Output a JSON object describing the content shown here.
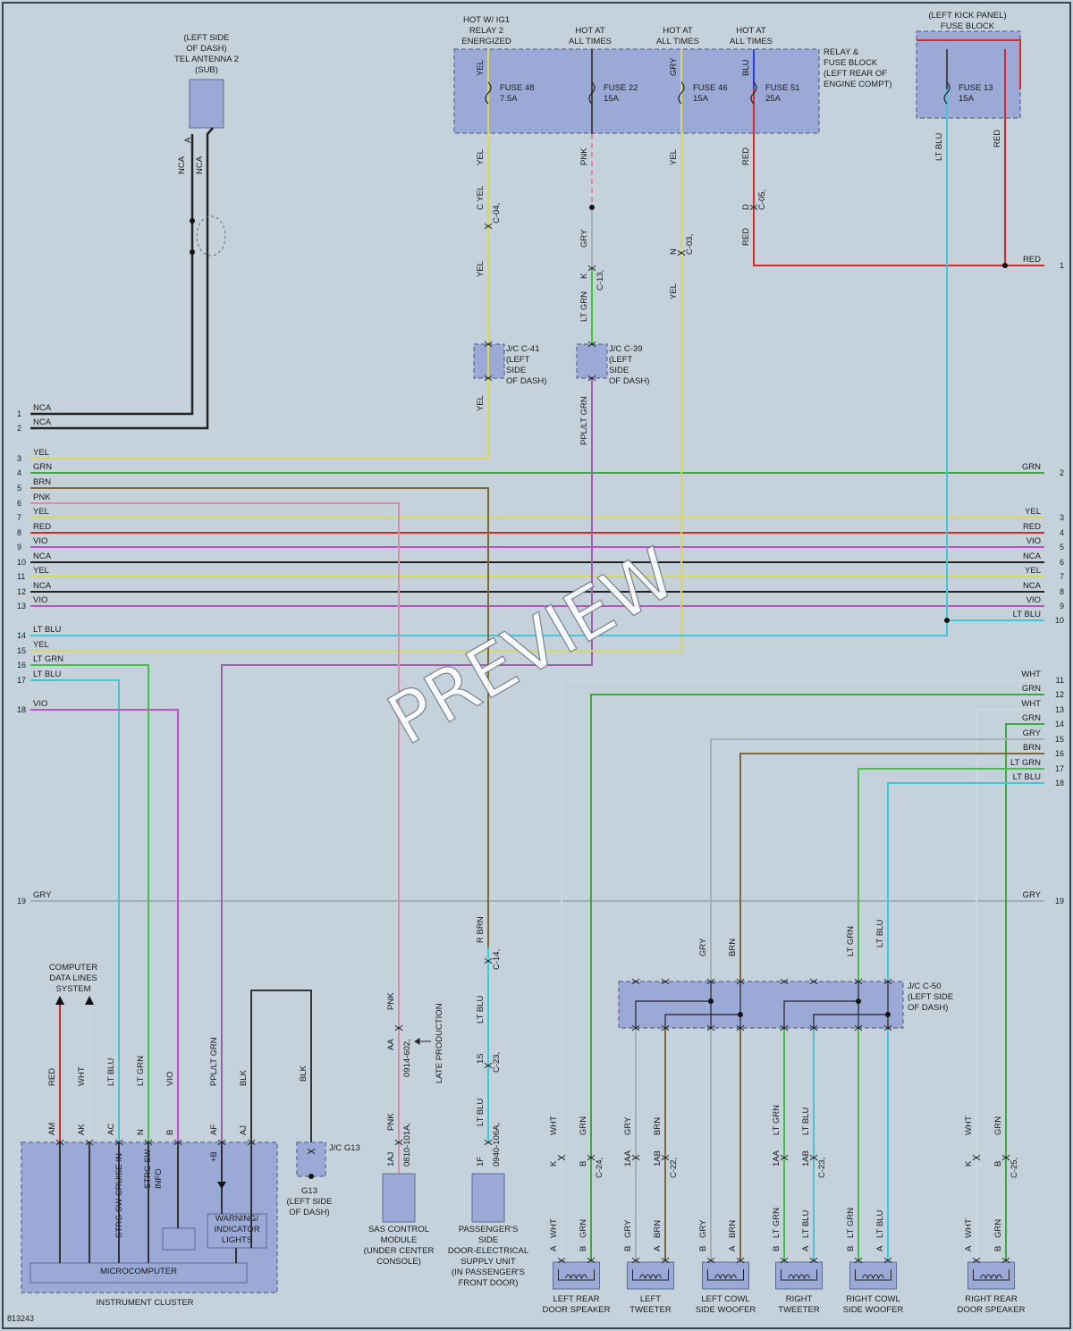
{
  "diagram_id": "813243",
  "watermark": "PREVIEW",
  "colors": {
    "YEL": "#d8d860",
    "GRN": "#3aaa3a",
    "BRN": "#7a6a3a",
    "PNK": "#d88ca8",
    "RED": "#d62a2a",
    "VIO": "#c050c8",
    "NCA": "#222222",
    "LT BLU": "#3ec8d8",
    "LT GRN": "#48c048",
    "GRY": "#a6aeb6",
    "WHT": "#cfd6dc",
    "BLU": "#2a3ad8",
    "PPL/LT GRN": "#a060b0",
    "BLK": "#333333"
  },
  "power": {
    "hot_ig1": "HOT W/ IG1\nRELAY 2\nENERGIZED",
    "hot_at_1": "HOT AT\nALL TIMES",
    "hot_at_2": "HOT AT\nALL TIMES",
    "hot_at_3": "HOT AT\nALL TIMES",
    "relay_block": "RELAY &\nFUSE BLOCK\n(LEFT REAR OF\nENGINE COMPT)",
    "kick_panel": "(LEFT KICK PANEL)\nFUSE BLOCK",
    "fuses": [
      {
        "name": "FUSE 48",
        "amp": "7.5A"
      },
      {
        "name": "FUSE 22",
        "amp": "15A"
      },
      {
        "name": "FUSE 46",
        "amp": "15A"
      },
      {
        "name": "FUSE 51",
        "amp": "25A"
      },
      {
        "name": "FUSE 13",
        "amp": "15A"
      }
    ]
  },
  "antenna": {
    "label": "(LEFT SIDE\nOF DASH)\nTEL ANTENNA 2\n(SUB)"
  },
  "connectors": {
    "c04": "C-04,",
    "c13": "C-13,",
    "c03": "C-03,",
    "c05": "C-05,",
    "jc41": "J/C C-41\n(LEFT\nSIDE\nOF DASH)",
    "jc39": "J/C C-39\n(LEFT\nSIDE\nOF DASH)",
    "c14": "C-14,",
    "c23a": "C-23,",
    "c0914": "0914-602,",
    "late": "LATE PRODUCTION",
    "c0810": "0810-101A,",
    "c0940": "0940-106A,",
    "jc50": "J/C C-50\n(LEFT SIDE\nOF DASH)",
    "c24": "C-24,",
    "c22": "C-22,",
    "c23b": "C-23,",
    "c25": "C-25,",
    "jcg13": "J/C G13",
    "g13": "G13\n(LEFT SIDE\nOF DASH)"
  },
  "left_rows": [
    {
      "n": "1",
      "w": "NCA"
    },
    {
      "n": "2",
      "w": "NCA"
    },
    {
      "n": "3",
      "w": "YEL"
    },
    {
      "n": "4",
      "w": "GRN"
    },
    {
      "n": "5",
      "w": "BRN"
    },
    {
      "n": "6",
      "w": "PNK"
    },
    {
      "n": "7",
      "w": "YEL"
    },
    {
      "n": "8",
      "w": "RED"
    },
    {
      "n": "9",
      "w": "VIO"
    },
    {
      "n": "10",
      "w": "NCA"
    },
    {
      "n": "11",
      "w": "YEL"
    },
    {
      "n": "12",
      "w": "NCA"
    },
    {
      "n": "13",
      "w": "VIO"
    },
    {
      "n": "14",
      "w": "LT BLU"
    },
    {
      "n": "15",
      "w": "YEL"
    },
    {
      "n": "16",
      "w": "LT GRN"
    },
    {
      "n": "17",
      "w": "LT BLU"
    },
    {
      "n": "18",
      "w": "VIO"
    },
    {
      "n": "19",
      "w": "GRY"
    }
  ],
  "right_rows": [
    {
      "n": "1",
      "w": "RED"
    },
    {
      "n": "2",
      "w": "GRN"
    },
    {
      "n": "3",
      "w": "YEL"
    },
    {
      "n": "4",
      "w": "RED"
    },
    {
      "n": "5",
      "w": "VIO"
    },
    {
      "n": "6",
      "w": "NCA"
    },
    {
      "n": "7",
      "w": "YEL"
    },
    {
      "n": "8",
      "w": "NCA"
    },
    {
      "n": "9",
      "w": "VIO"
    },
    {
      "n": "10",
      "w": "LT BLU"
    },
    {
      "n": "11",
      "w": "WHT"
    },
    {
      "n": "12",
      "w": "GRN"
    },
    {
      "n": "13",
      "w": "WHT"
    },
    {
      "n": "14",
      "w": "GRN"
    },
    {
      "n": "15",
      "w": "GRY"
    },
    {
      "n": "16",
      "w": "BRN"
    },
    {
      "n": "17",
      "w": "LT GRN"
    },
    {
      "n": "18",
      "w": "LT BLU"
    },
    {
      "n": "19",
      "w": "GRY"
    }
  ],
  "cluster": {
    "title": "INSTRUMENT CLUSTER",
    "micro": "MICROCOMPUTER",
    "warning": "WARNING/\nINDICATOR\nLIGHTS",
    "data_lines": "COMPUTER\nDATA LINES\nSYSTEM",
    "strg_cruise": "STRG SW CRUISE IN",
    "strg_info": "STRG SW\nINFO",
    "plus_b": "+B",
    "pins": [
      "AM",
      "AK",
      "AC",
      "N",
      "B",
      "AF",
      "AJ"
    ],
    "wires": [
      "RED",
      "WHT",
      "LT BLU",
      "LT GRN",
      "VIO",
      "PPL/LT GRN",
      "BLK"
    ]
  },
  "modules": {
    "sas": "SAS CONTROL\nMODULE\n(UNDER CENTER\nCONSOLE)",
    "passenger": "PASSENGER'S\nSIDE\nDOOR-ELECTRICAL\nSUPPLY UNIT\n(IN PASSENGER'S\nFRONT DOOR)"
  },
  "speakers": [
    {
      "label": "LEFT REAR\nDOOR SPEAKER"
    },
    {
      "label": "LEFT\nTWEETER"
    },
    {
      "label": "LEFT COWL\nSIDE WOOFER"
    },
    {
      "label": "RIGHT\nTWEETER"
    },
    {
      "label": "RIGHT COWL\nSIDE WOOFER"
    },
    {
      "label": "RIGHT REAR\nDOOR SPEAKER"
    }
  ]
}
